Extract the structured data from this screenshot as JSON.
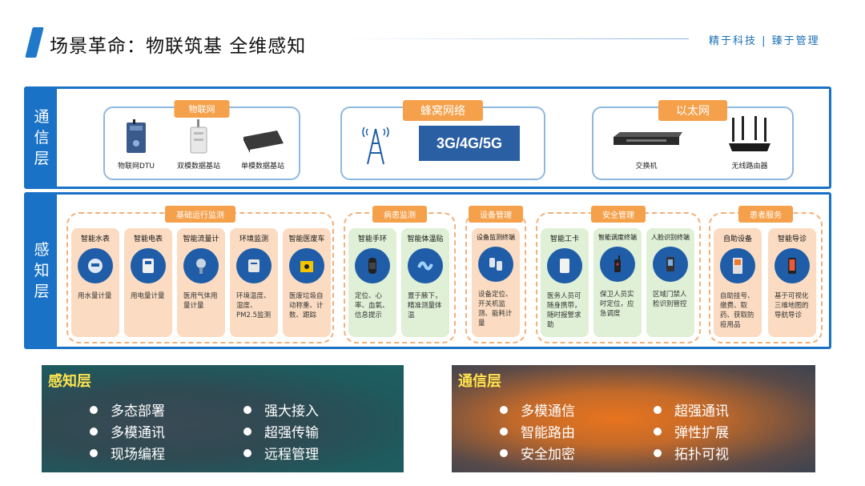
{
  "header": {
    "title": "场景革命：物联筑基  全维感知",
    "slogan": "精于科技 | 臻于管理"
  },
  "comm_layer": {
    "label": [
      "通",
      "信",
      "层"
    ],
    "groups": [
      {
        "title": "物联网",
        "devices": [
          "物联网DTU",
          "双模数据基站",
          "单模数据基站"
        ]
      },
      {
        "title": "蜂窝网络",
        "badge": "3G/4G/5G"
      },
      {
        "title": "以太网",
        "devices": [
          "交换机",
          "无线路由器"
        ]
      }
    ]
  },
  "sense_layer": {
    "label": [
      "感",
      "知",
      "层"
    ],
    "groups": [
      {
        "title": "基础运行监测",
        "cards": [
          {
            "title": "智能水表",
            "icon": "water-meter-icon",
            "desc": "用水量计量"
          },
          {
            "title": "智能电表",
            "icon": "electric-meter-icon",
            "desc": "用电量计量"
          },
          {
            "title": "智能流量计",
            "icon": "flow-meter-icon",
            "desc": "医用气体用量计量"
          },
          {
            "title": "环境监测",
            "icon": "environment-sensor-icon",
            "desc": "环境温度、湿度、PM2.5监测"
          },
          {
            "title": "智能医废车",
            "icon": "medical-waste-icon",
            "desc": "医废垃圾自动称重、计数、跟踪"
          }
        ]
      },
      {
        "title": "病患监测",
        "cards": [
          {
            "title": "智能手环",
            "icon": "smart-band-icon",
            "desc": "定位、心率、血氧、信息提示"
          },
          {
            "title": "智能体温贴",
            "icon": "thermo-patch-icon",
            "desc": "置于腋下，精准测量体温"
          }
        ]
      },
      {
        "title": "设备管理",
        "cards": [
          {
            "title": "设备监测终端",
            "icon": "device-terminal-icon",
            "desc": "设备定位、开关机监测、能耗计量"
          }
        ]
      },
      {
        "title": "安全管理",
        "cards": [
          {
            "title": "智能工卡",
            "icon": "work-card-icon",
            "desc": "医务人员可随身携带，随时报警求助"
          },
          {
            "title": "智能调度终端",
            "icon": "walkie-talkie-icon",
            "desc": "保卫人员实时定位，应急调度"
          },
          {
            "title": "人脸识别终端",
            "icon": "face-recognition-icon",
            "desc": "区域门禁人脸识别管控"
          }
        ]
      },
      {
        "title": "患者服务",
        "cards": [
          {
            "title": "自助设备",
            "icon": "kiosk-icon",
            "desc": "自助挂号、缴费、取药、获取防疫用品"
          },
          {
            "title": "智能导诊",
            "icon": "navigation-icon",
            "desc": "基于可视化三维地图的导航导诊"
          }
        ]
      }
    ]
  },
  "summary": {
    "sense": {
      "title": "感知层",
      "col1": [
        "多态部署",
        "多模通讯",
        "现场编程"
      ],
      "col2": [
        "强大接入",
        "超强传输",
        "远程管理"
      ]
    },
    "comm": {
      "title": "通信层",
      "col1": [
        "多模通信",
        "智能路由",
        "安全加密"
      ],
      "col2": [
        "超强通讯",
        "弹性扩展",
        "拓扑可视"
      ]
    }
  },
  "colors": {
    "accent": "#1a72c6",
    "orange": "#f5a04a",
    "highlight": "#ffe34d"
  }
}
